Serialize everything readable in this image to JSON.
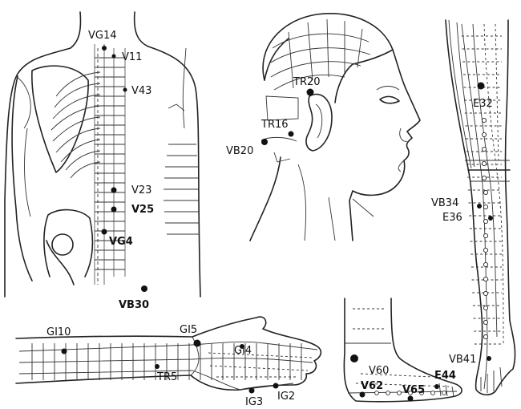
{
  "colors": {
    "ink": "#111111",
    "background": "#ffffff"
  },
  "panels": {
    "back": {
      "labels": {
        "vg14": "VG14",
        "v11": "V11",
        "v43": "V43",
        "v23": "V23",
        "v25": "V25",
        "vg4": "VG4",
        "vb30": "VB30"
      }
    },
    "head": {
      "labels": {
        "tr20": "TR20",
        "tr16": "TR16",
        "vb20": "VB20"
      }
    },
    "leg": {
      "labels": {
        "e32": "E32",
        "vb34": "VB34",
        "e36": "E36",
        "vb41": "VB41"
      }
    },
    "arm": {
      "labels": {
        "gi10": "GI10",
        "gi5": "GI5",
        "gi4": "GI4",
        "tr5": "TR5",
        "ig3": "IG3",
        "ig2": "IG2"
      }
    },
    "foot": {
      "labels": {
        "v60": "V60",
        "v62": "V62",
        "v65": "V65",
        "e44": "E44"
      }
    }
  }
}
